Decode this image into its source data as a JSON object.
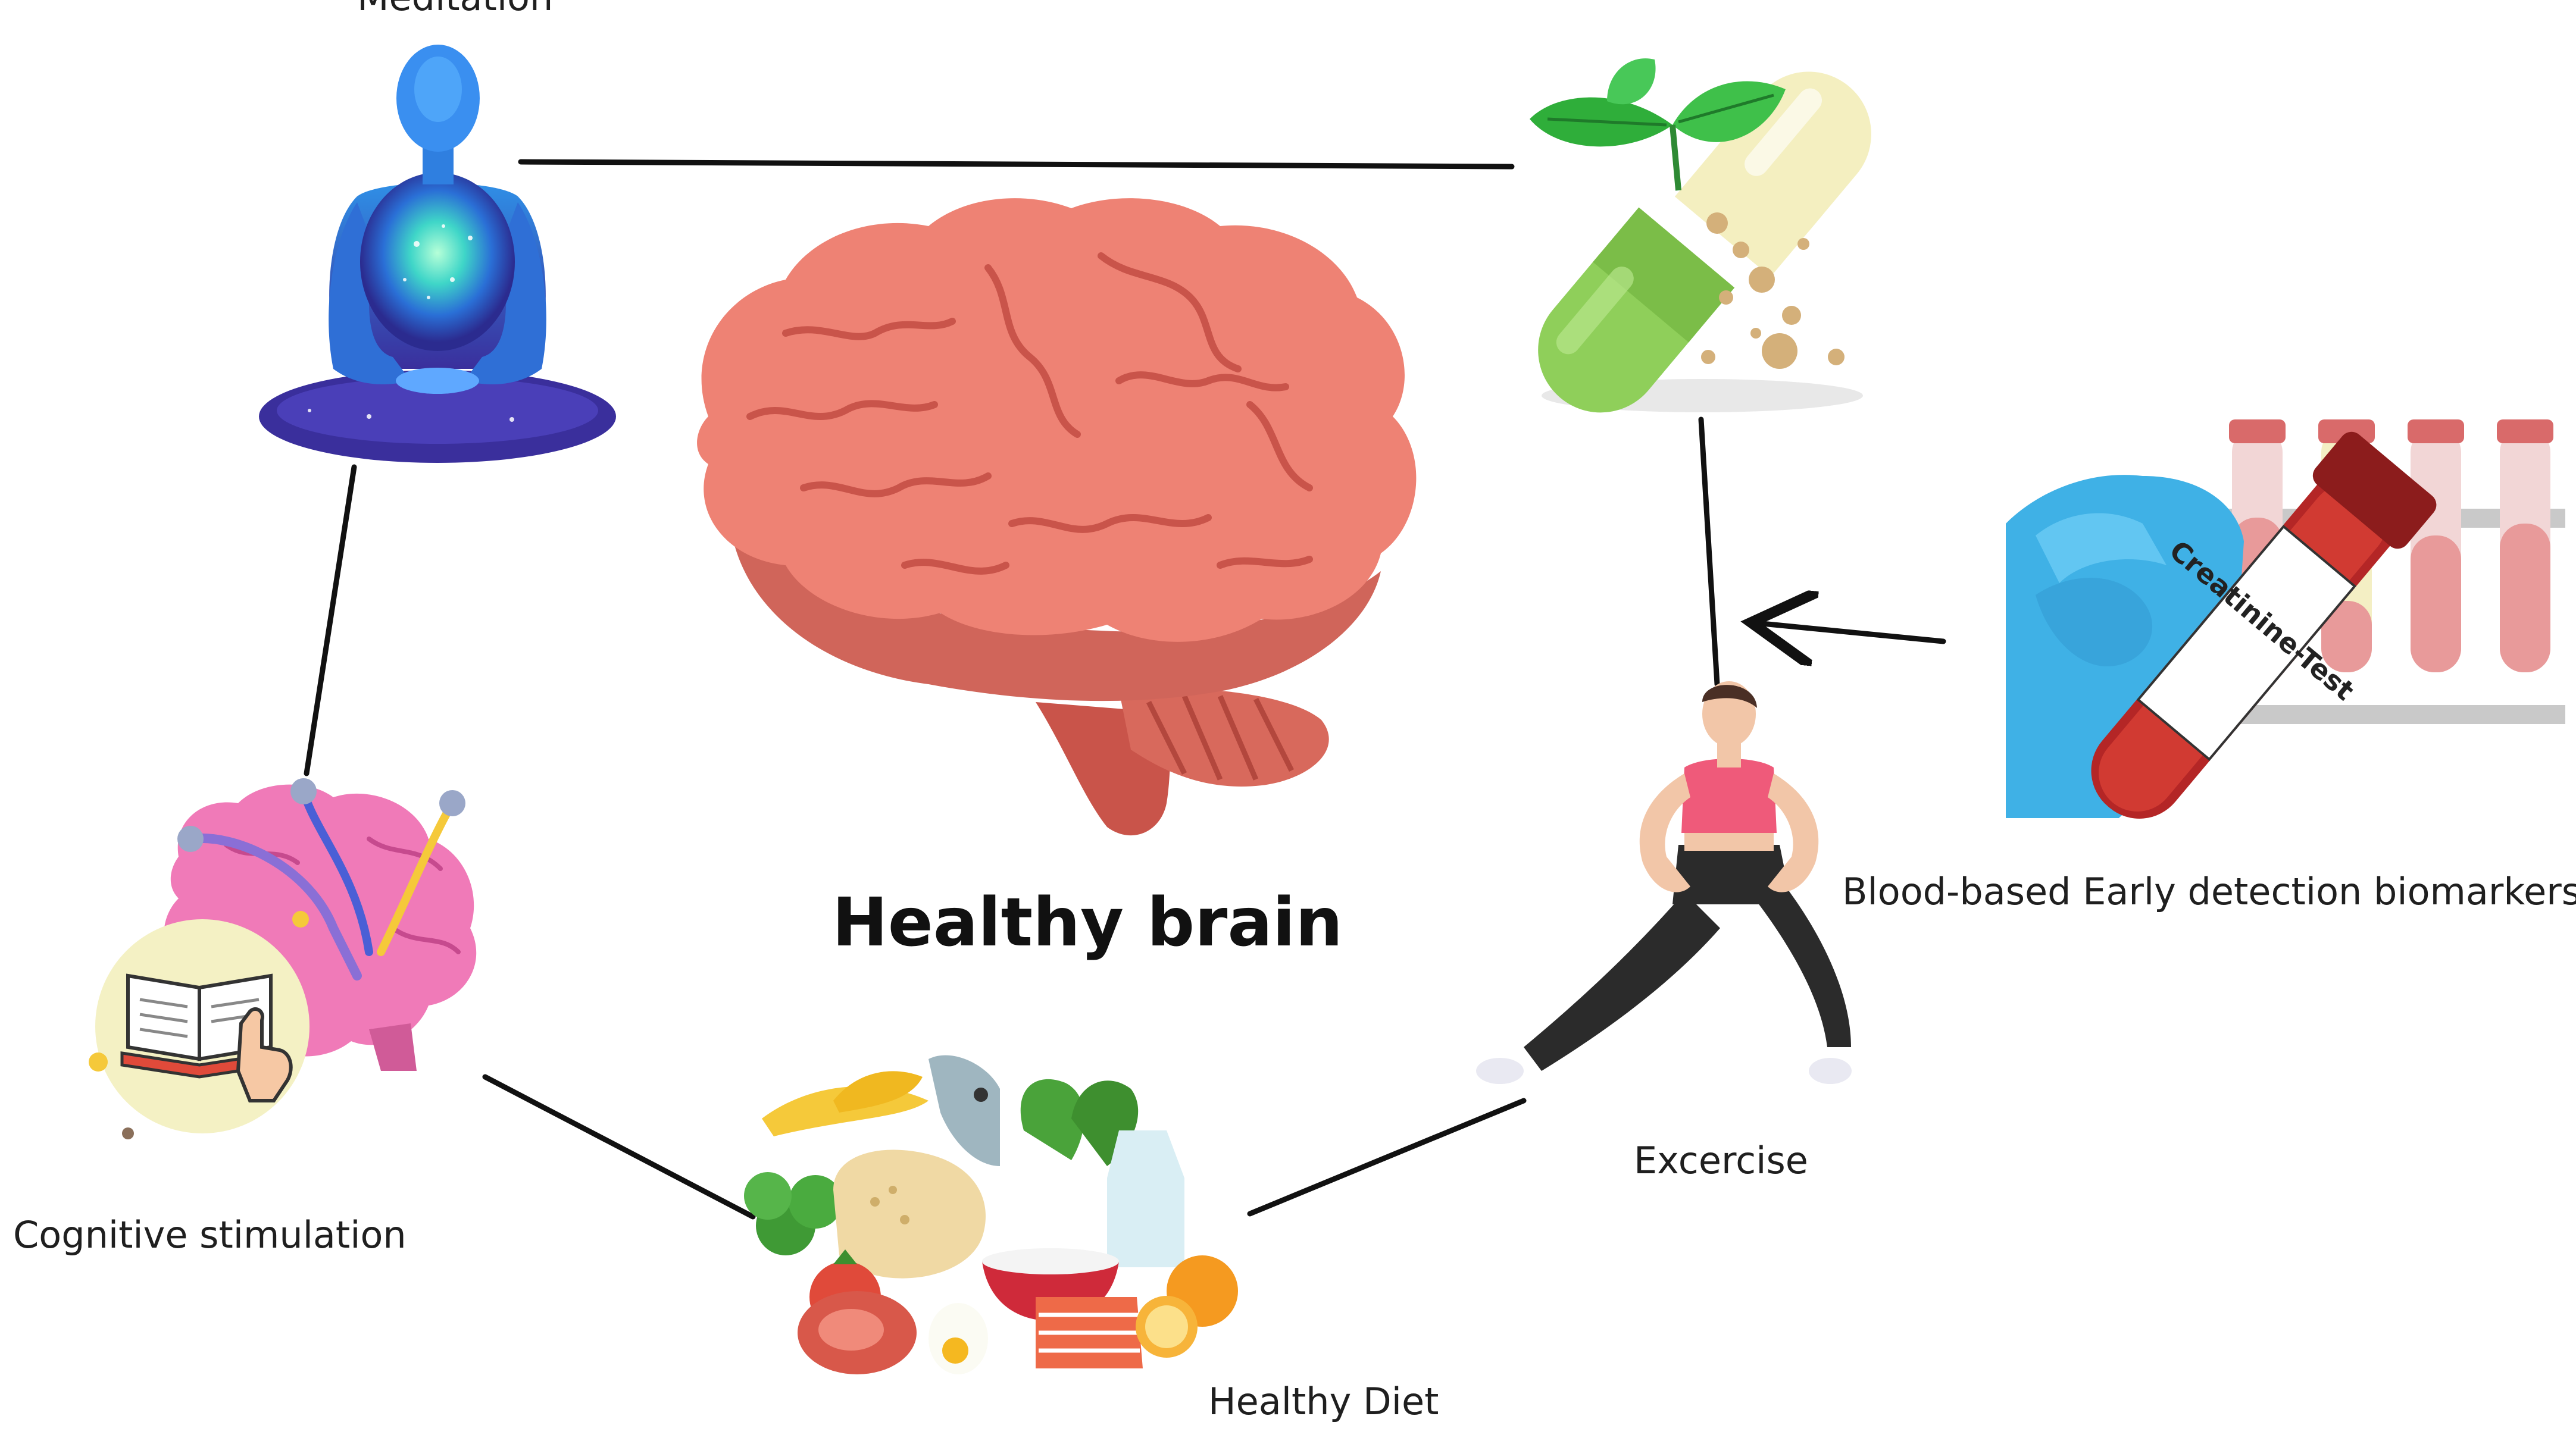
{
  "diagram": {
    "center_title": "Healthy brain",
    "nodes": {
      "meditation": {
        "label": "Meditation",
        "icon": "meditation-figure-icon"
      },
      "supplements": {
        "label": "",
        "icon": "herbal-capsule-icon"
      },
      "exercise": {
        "label": "Excercise",
        "icon": "exercising-woman-icon"
      },
      "healthy_diet": {
        "label": "Healthy Diet",
        "icon": "food-group-icon"
      },
      "cognitive_stimulation": {
        "label": "Cognitive stimulation",
        "icon": "brain-book-icon"
      },
      "biomarkers": {
        "label": "Blood-based Early detection biomarkers",
        "icon": "blood-test-tubes-icon"
      }
    },
    "tube_label": "Creatinine-Test",
    "colors": {
      "brain": "#e8796b",
      "brain_dark": "#c9544a",
      "meditation": "#2a6fd6",
      "capsule_green": "#8fcf5a",
      "capsule_cream": "#f4efc0",
      "glove": "#3fb1e6",
      "blood": "#c0312b",
      "connector": "#111111"
    }
  }
}
